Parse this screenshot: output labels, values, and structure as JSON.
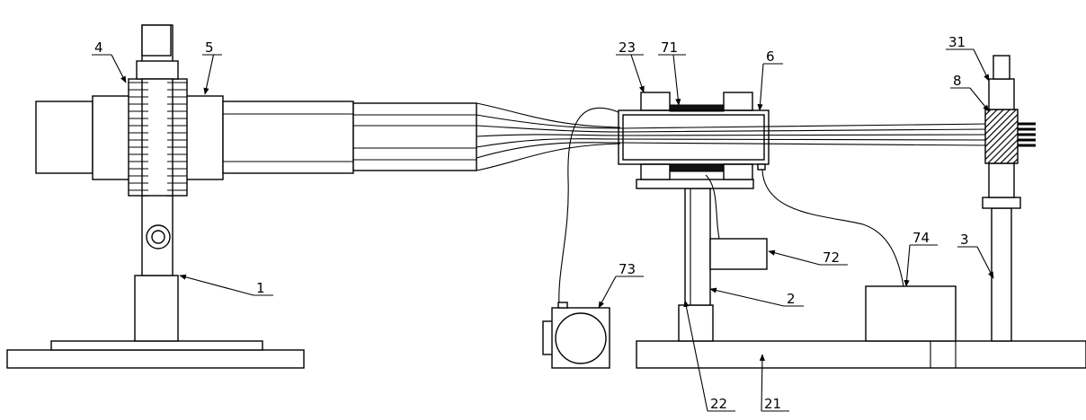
{
  "labels": {
    "l1": "1",
    "l2": "2",
    "l3": "3",
    "l4": "4",
    "l5": "5",
    "l6": "6",
    "l8": "8",
    "l21": "21",
    "l22": "22",
    "l23": "23",
    "l31": "31",
    "l71": "71",
    "l72": "72",
    "l73": "73",
    "l74": "74"
  }
}
